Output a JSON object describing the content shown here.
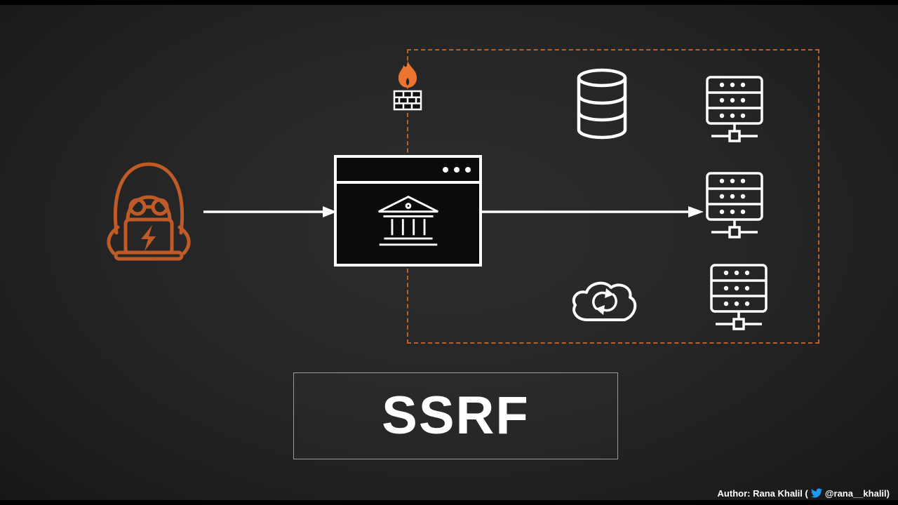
{
  "banner": {
    "label": "SSRF"
  },
  "footer": {
    "author_prefix": "Author: Rana Khalil (",
    "author_handle": "@rana__khalil)"
  },
  "colors": {
    "background": "#262626",
    "letterbox": "#000000",
    "accent_orange": "#BF5B26",
    "flame_orange": "#ED7430",
    "boundary_dash_orange": "#B4632E",
    "icon_white": "#FFFFFF",
    "twitter_blue": "#1D9BF0"
  },
  "icons": {
    "hacker-icon": "hooded attacker with glasses and laptop, orange outline",
    "browser-window-icon": "browser window frame with three menu dots",
    "bank-icon": "bank building with pediment and columns",
    "firewall-icon": "orange flame over brick wall",
    "database-icon": "database cylinder",
    "server-icon": "server rack with three units, dots and network node",
    "cloud-sync-icon": "cloud with circular sync arrows",
    "twitter-icon": "twitter bird",
    "arrow-icon": "solid white right arrow"
  },
  "diagram": {
    "boundary": {
      "name": "internal-network",
      "style": "dashed-orange-rectangle"
    },
    "nodes": [
      {
        "id": "attacker",
        "icon": "hacker-icon"
      },
      {
        "id": "web-application",
        "icon": "browser-window-icon"
      },
      {
        "id": "firewall",
        "icon": "firewall-icon"
      },
      {
        "id": "database",
        "icon": "database-icon"
      },
      {
        "id": "internal-server-1",
        "icon": "server-icon"
      },
      {
        "id": "internal-server-2",
        "icon": "server-icon"
      },
      {
        "id": "internal-server-3",
        "icon": "server-icon"
      },
      {
        "id": "cloud-service",
        "icon": "cloud-sync-icon"
      }
    ],
    "edges": [
      {
        "from": "attacker",
        "to": "web-application",
        "style": "solid-white-arrow"
      },
      {
        "from": "web-application",
        "to": "internal-server-2",
        "style": "solid-white-arrow"
      }
    ]
  }
}
